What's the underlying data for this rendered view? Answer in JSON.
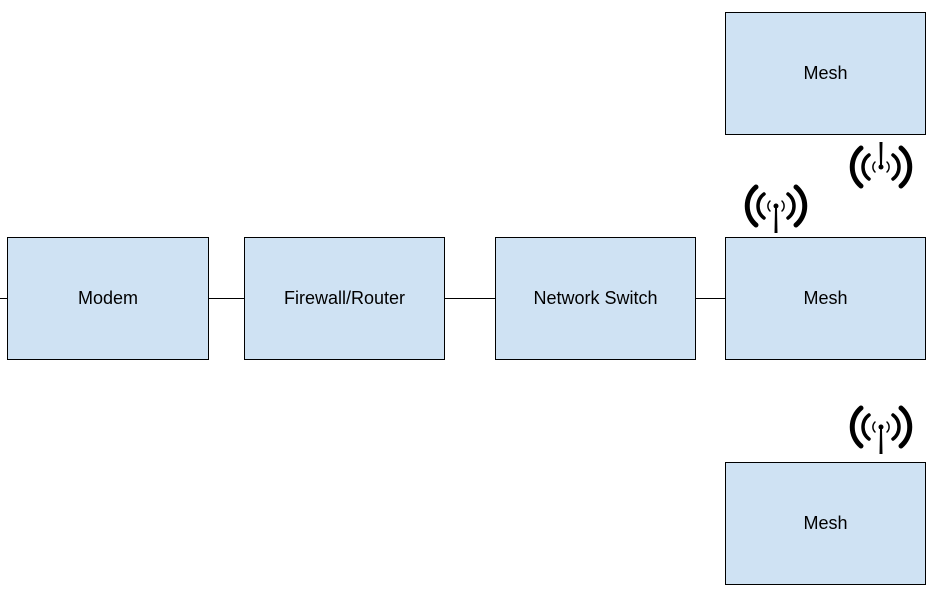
{
  "diagram": {
    "nodes": {
      "modem": "Modem",
      "firewall_router": "Firewall/Router",
      "network_switch": "Network Switch",
      "mesh_top": "Mesh",
      "mesh_middle": "Mesh",
      "mesh_bottom": "Mesh"
    },
    "icons": {
      "wireless": "wireless-antenna-icon"
    },
    "colors": {
      "node_fill": "#cfe2f3",
      "node_border": "#000000",
      "connector": "#000000"
    }
  }
}
